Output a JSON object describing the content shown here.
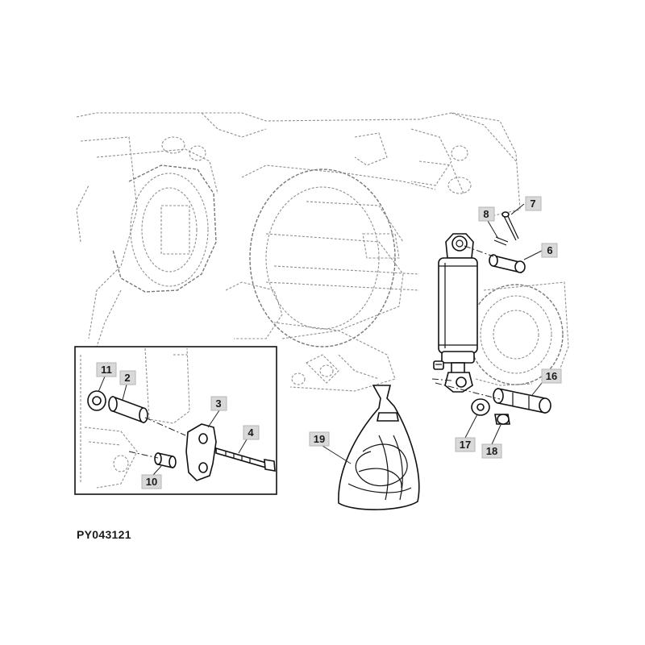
{
  "figure_id": "PY043121",
  "callouts": {
    "c2": "2",
    "c3": "3",
    "c4": "4",
    "c6": "6",
    "c7": "7",
    "c8": "8",
    "c10": "10",
    "c11": "11",
    "c16": "16",
    "c17": "17",
    "c18": "18",
    "c19": "19"
  }
}
